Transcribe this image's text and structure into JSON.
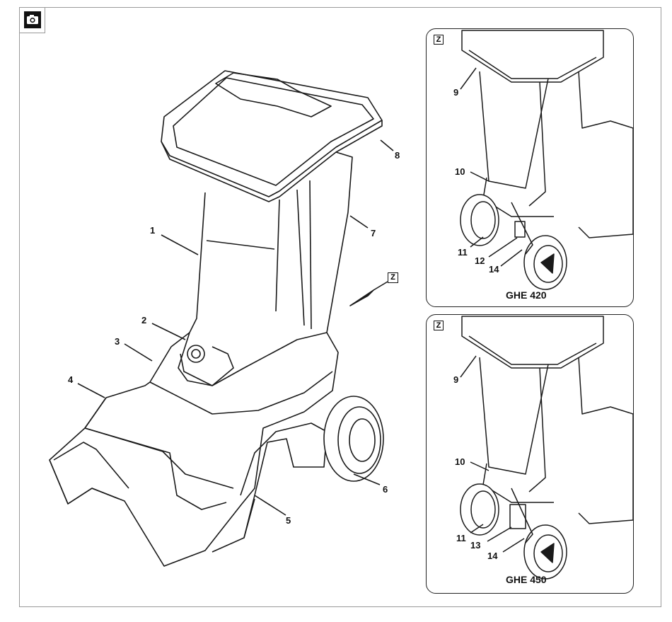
{
  "figure": {
    "view_marker": "Z",
    "main_callouts": [
      "1",
      "2",
      "3",
      "4",
      "5",
      "6",
      "7",
      "8"
    ],
    "inset_top": {
      "marker": "Z",
      "model": "GHE 420",
      "callouts": [
        "9",
        "10",
        "11",
        "12",
        "14"
      ]
    },
    "inset_bottom": {
      "marker": "Z",
      "model": "GHE 450",
      "callouts": [
        "9",
        "10",
        "11",
        "13",
        "14"
      ]
    }
  },
  "icons": {
    "header": "camera-icon"
  },
  "colors": {
    "line": "#1a1a1a",
    "frame": "#9a9a9a",
    "shade": "#c8c8c8"
  }
}
